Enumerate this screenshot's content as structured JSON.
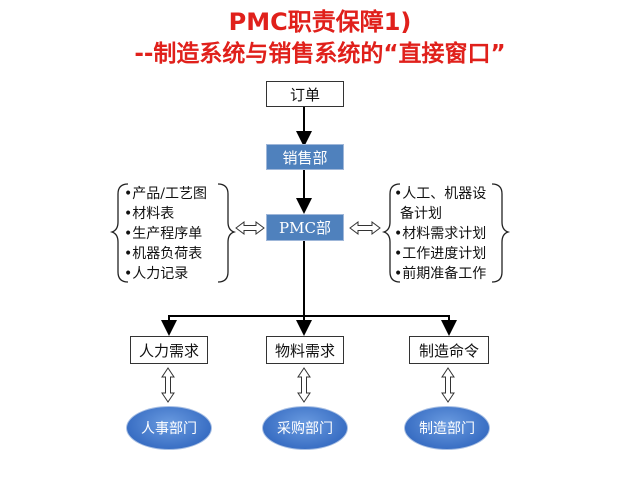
{
  "title": {
    "line1": "PMC职责保障1)",
    "line2": "--制造系统与销售系统的“直接窗口”"
  },
  "nodes": {
    "order": "订单",
    "sales": "销售部",
    "pmc": "PMC部",
    "hr_need": "人力需求",
    "material_need": "物料需求",
    "mfg_order": "制造命令",
    "hr_dept": "人事部门",
    "purchase_dept": "采购部门",
    "mfg_dept": "制造部门"
  },
  "inputs_list": [
    "•产品/工艺图",
    "•材料表",
    "•生产程序单",
    "•机器负荷表",
    "•人力记录"
  ],
  "outputs_list": [
    "•人工、机器设",
    "备计划",
    "•材料需求计划",
    "•工作进度计划",
    "•前期准备工作"
  ],
  "colors": {
    "title": "#e0201b",
    "box_fill": "#4f81bd",
    "oval_fill": "#3a6fc4"
  }
}
